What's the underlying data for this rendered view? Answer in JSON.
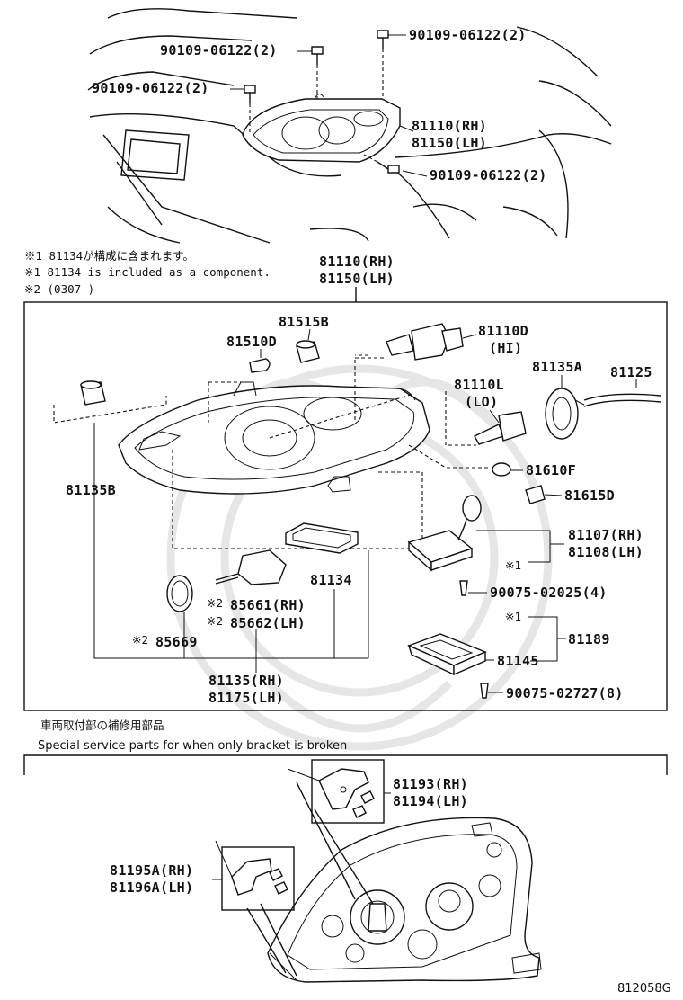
{
  "labels": {
    "bolt_top_right": "90109-06122(2)",
    "bolt_top_center": "90109-06122(2)",
    "bolt_mid_left": "90109-06122(2)",
    "bolt_lower_right": "90109-06122(2)",
    "lamp_rh_top": "81110(RH)",
    "lamp_lh_top": "81150(LH)",
    "lamp_rh_main": "81110(RH)",
    "lamp_lh_main": "81150(LH)",
    "p81515B": "81515B",
    "p81510D": "81510D",
    "p81110D": "81110D",
    "p81110D_sub": "(HI)",
    "p81110L": "81110L",
    "p81110L_sub": "(LO)",
    "p81135A": "81135A",
    "p81125": "81125",
    "p81135B": "81135B",
    "p81610F": "81610F",
    "p81615D": "81615D",
    "p81107": "81107(RH)",
    "p81108": "81108(LH)",
    "note1_mark_a": "※1",
    "p81134": "81134",
    "p85661": "85661(RH)",
    "p85662": "85662(LH)",
    "note2_mark_a": "※2",
    "note2_mark_b": "※2",
    "note2_mark_c": "※2",
    "p85669": "85669",
    "p90075_02025": "90075-02025(4)",
    "note1_mark_b": "※1",
    "p81189": "81189",
    "p81145": "81145",
    "p81135": "81135(RH)",
    "p81175": "81175(LH)",
    "p90075_02727": "90075-02727(8)",
    "p81193": "81193(RH)",
    "p81194": "81194(LH)",
    "p81195A": "81195A(RH)",
    "p81196A": "81196A(LH)"
  },
  "notes": {
    "note1_jp": "※1 81134が構成に含まれます。",
    "note1_en": "※1 81134 is included as a component.",
    "note2": "※2 (0307     )",
    "service_jp": "車両取付部の補修用部品",
    "service_en": "Special service parts for when only bracket is broken"
  },
  "diagram_id": "812058G"
}
